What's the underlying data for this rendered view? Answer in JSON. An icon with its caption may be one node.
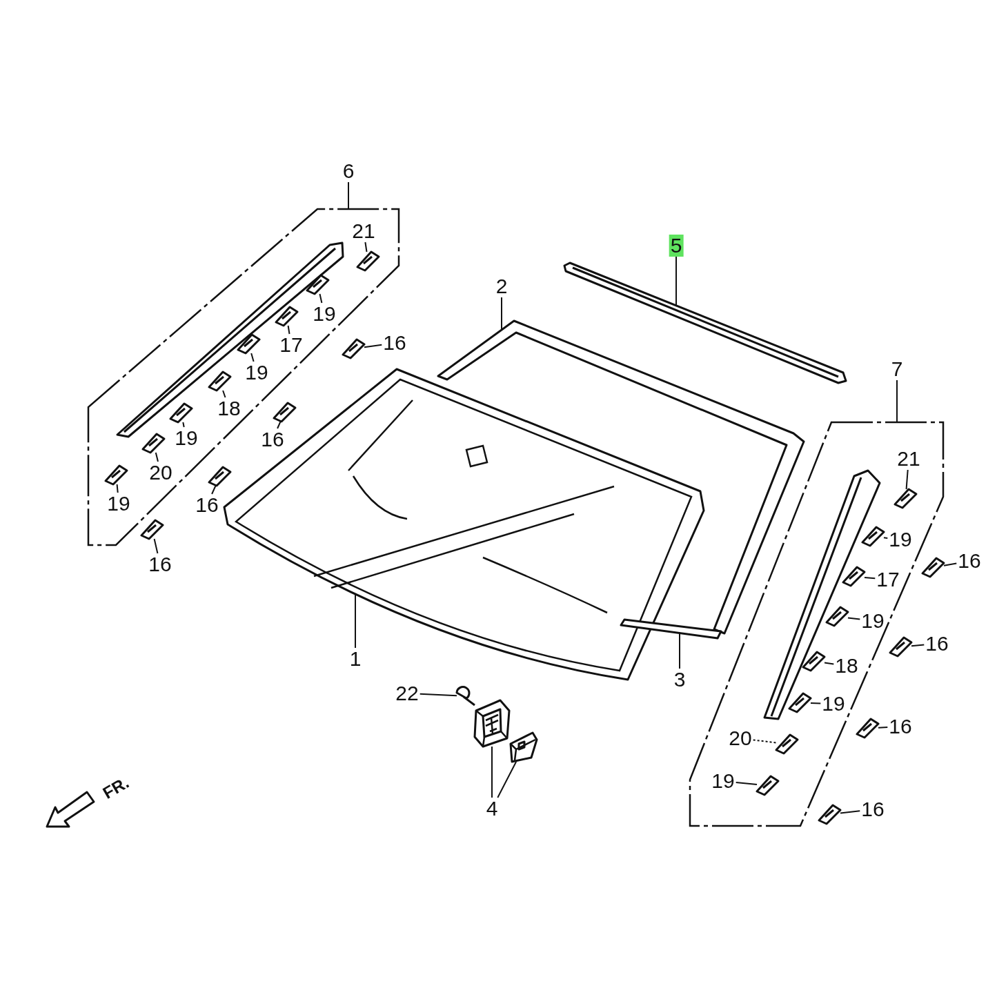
{
  "diagram": {
    "nodes": [
      {
        "text": [
          "6"
        ]
      },
      {
        "text": [],
        "shape": "box"
      },
      {
        "text": [
          "21"
        ],
        "in": 1
      },
      {
        "text": [],
        "shape": "picture",
        "in": 1
      },
      {
        "text": [
          "19"
        ],
        "in": 1
      },
      {
        "text": [],
        "shape": "picture",
        "in": 1
      },
      {
        "text": [
          "17"
        ],
        "in": 1
      },
      {
        "text": [],
        "shape": "picture",
        "in": 1
      },
      {
        "text": [
          "19"
        ],
        "in": 1
      },
      {
        "text": [],
        "shape": "picture",
        "in": 1
      },
      {
        "text": [
          "18"
        ],
        "in": 1
      },
      {
        "text": [],
        "shape": "picture",
        "in": 1
      },
      {
        "text": [
          "19"
        ],
        "in": 1
      },
      {
        "text": [],
        "shape": "picture",
        "in": 1
      },
      {
        "text": [
          "20"
        ],
        "in": 1
      },
      {
        "text": [],
        "shape": "picture",
        "in": 1
      },
      {
        "text": [
          "19"
        ],
        "in": 1
      },
      {
        "text": [],
        "shape": "picture",
        "in": 1
      },
      {
        "text": [
          "16"
        ]
      },
      {
        "text": [],
        "shape": "picture"
      },
      {
        "text": [
          "16"
        ]
      },
      {
        "text": [],
        "shape": "picture"
      },
      {
        "text": [
          "16"
        ]
      },
      {
        "text": [],
        "shape": "picture"
      },
      {
        "text": [
          "16"
        ]
      },
      {
        "text": [],
        "shape": "picture"
      },
      {
        "text": [
          "2"
        ]
      },
      {
        "text": [],
        "shape": "picture"
      },
      {
        "text": [
          "5"
        ]
      },
      {
        "text": [],
        "shape": "picture"
      },
      {
        "text": [
          "1"
        ]
      },
      {
        "text": [],
        "shape": "picture"
      },
      {
        "text": [
          "3"
        ]
      },
      {
        "text": [],
        "shape": "picture"
      },
      {
        "text": [
          "22"
        ]
      },
      {
        "text": [],
        "shape": "picture"
      },
      {
        "text": [],
        "shape": "picture"
      },
      {
        "text": [],
        "shape": "picture"
      },
      {
        "text": [
          "4"
        ]
      },
      {
        "text": [
          "7"
        ]
      },
      {
        "text": [],
        "shape": "box"
      },
      {
        "text": [
          "21"
        ],
        "in": 40
      },
      {
        "text": [],
        "shape": "picture",
        "in": 40
      },
      {
        "text": [
          "19"
        ],
        "in": 40
      },
      {
        "text": [],
        "shape": "picture",
        "in": 40
      },
      {
        "text": [
          "17"
        ],
        "in": 40
      },
      {
        "text": [],
        "shape": "picture",
        "in": 40
      },
      {
        "text": [
          "19"
        ],
        "in": 40
      },
      {
        "text": [],
        "shape": "picture",
        "in": 40
      },
      {
        "text": [
          "18"
        ],
        "in": 40
      },
      {
        "text": [],
        "shape": "picture",
        "in": 40
      },
      {
        "text": [
          "19"
        ],
        "in": 40
      },
      {
        "text": [],
        "shape": "picture",
        "in": 40
      },
      {
        "text": [
          "20"
        ],
        "in": 40
      },
      {
        "text": [],
        "shape": "picture",
        "in": 40
      },
      {
        "text": [
          "19"
        ],
        "in": 40
      },
      {
        "text": [],
        "shape": "picture",
        "in": 40
      },
      {
        "text": [
          "16"
        ]
      },
      {
        "text": [],
        "shape": "picture"
      },
      {
        "text": [
          "16"
        ]
      },
      {
        "text": [],
        "shape": "picture"
      },
      {
        "text": [
          "16"
        ]
      },
      {
        "text": [],
        "shape": "picture"
      },
      {
        "text": [
          "16"
        ]
      },
      {
        "text": [],
        "shape": "picture"
      }
    ],
    "edges": [
      {
        "from": 0,
        "to": 1,
        "arrow": "none"
      },
      {
        "from": 2,
        "to": 3,
        "arrow": "none"
      },
      {
        "from": 4,
        "to": 5,
        "arrow": "none"
      },
      {
        "from": 6,
        "to": 7,
        "arrow": "none"
      },
      {
        "from": 8,
        "to": 9,
        "arrow": "none"
      },
      {
        "from": 10,
        "to": 11,
        "arrow": "none"
      },
      {
        "from": 12,
        "to": 13,
        "arrow": "none"
      },
      {
        "from": 14,
        "to": 15,
        "arrow": "none"
      },
      {
        "from": 16,
        "to": 17,
        "arrow": "none"
      },
      {
        "from": 18,
        "to": 19,
        "arrow": "none"
      },
      {
        "from": 20,
        "to": 21,
        "arrow": "none"
      },
      {
        "from": 22,
        "to": 23,
        "arrow": "none"
      },
      {
        "from": 24,
        "to": 25,
        "arrow": "none"
      },
      {
        "from": 26,
        "to": 27,
        "arrow": "none"
      },
      {
        "from": 28,
        "to": 29,
        "arrow": "none"
      },
      {
        "from": 30,
        "to": 31,
        "arrow": "none"
      },
      {
        "from": 32,
        "to": 33,
        "arrow": "none"
      },
      {
        "from": 34,
        "to": 35,
        "arrow": "none"
      },
      {
        "from": 38,
        "to": 36,
        "arrow": "none"
      },
      {
        "from": 38,
        "to": 37,
        "arrow": "none"
      },
      {
        "from": 39,
        "to": 40,
        "arrow": "none"
      },
      {
        "from": 41,
        "to": 42,
        "arrow": "none"
      },
      {
        "from": 43,
        "to": 44,
        "arrow": "none"
      },
      {
        "from": 45,
        "to": 46,
        "arrow": "none"
      },
      {
        "from": 47,
        "to": 48,
        "arrow": "none"
      },
      {
        "from": 49,
        "to": 50,
        "arrow": "none"
      },
      {
        "from": 51,
        "to": 52,
        "arrow": "none"
      },
      {
        "from": 53,
        "to": 54,
        "arrow": "none",
        "style": "dashed"
      },
      {
        "from": 55,
        "to": 56,
        "arrow": "none"
      },
      {
        "from": 57,
        "to": 58,
        "arrow": "none"
      },
      {
        "from": 59,
        "to": 60,
        "arrow": "none"
      },
      {
        "from": 61,
        "to": 62,
        "arrow": "none"
      },
      {
        "from": 63,
        "to": 64,
        "arrow": "none"
      }
    ],
    "labels": [
      "FR."
    ]
  }
}
